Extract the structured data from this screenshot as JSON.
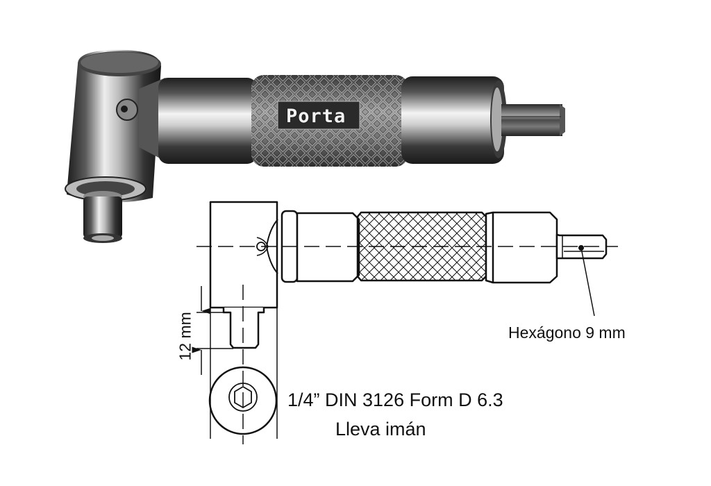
{
  "photo": {
    "brand_label": "Porta",
    "colors": {
      "metal_light": "#e8e8e8",
      "metal_mid": "#8a8a8a",
      "metal_dark": "#2c2c2c",
      "knurl": "#6e6e6e"
    }
  },
  "drawing": {
    "dimension_label": "12 mm",
    "hex_callout": "Hexágono 9 mm",
    "spec_line_1": "1/4” DIN 3126 Form D 6.3",
    "spec_line_2": "Lleva imán",
    "line_color": "#111111"
  }
}
